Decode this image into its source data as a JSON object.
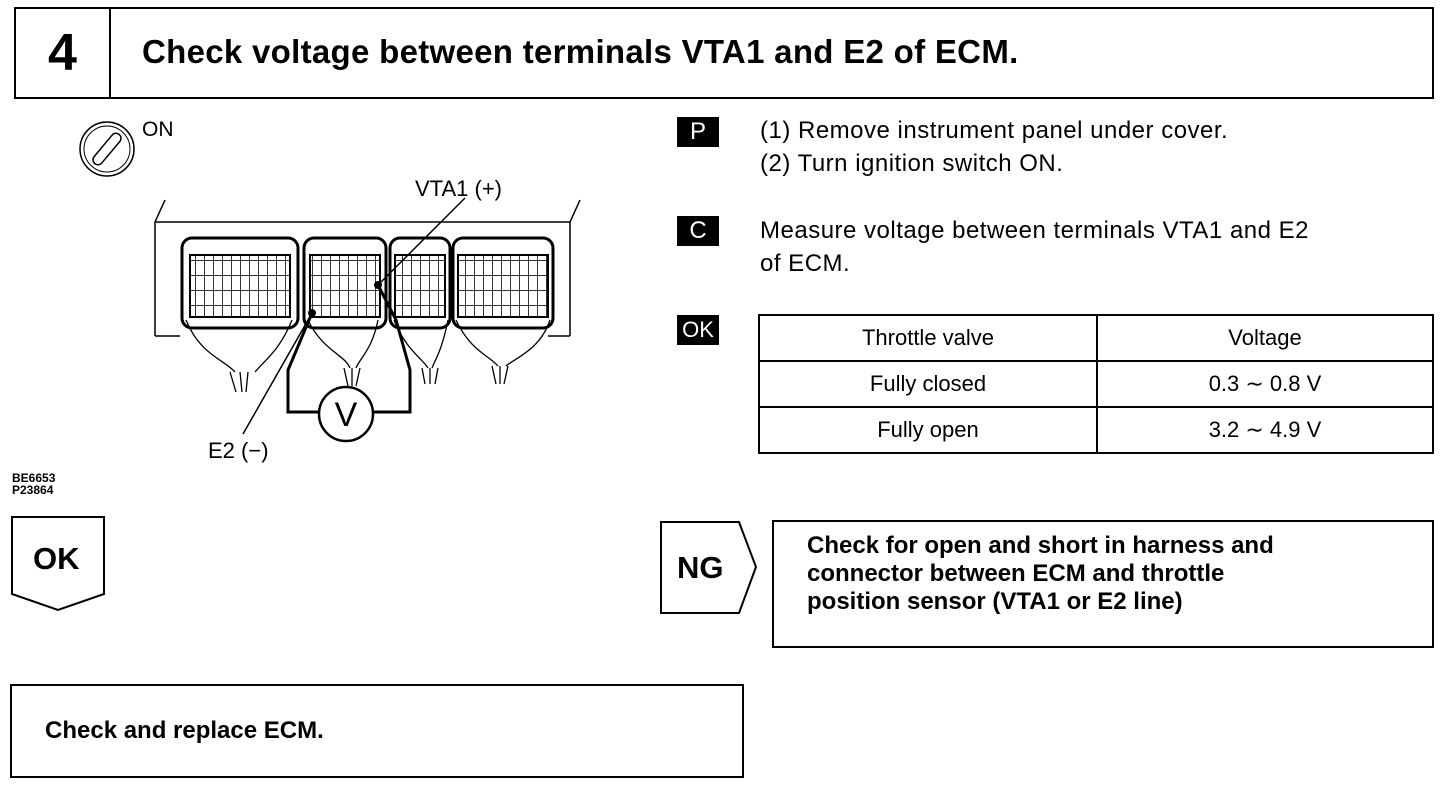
{
  "header": {
    "step_number": "4",
    "title": "Check voltage between terminals VTA1 and E2 of ECM."
  },
  "diagram": {
    "ignition_label": "ON",
    "vta1_label": "VTA1 (+)",
    "e2_label": "E2 (−)",
    "meter_label": "V",
    "figure_ids": [
      "BE6653",
      "P23864"
    ]
  },
  "procedure": {
    "prep_tag": "P",
    "prep_lines": [
      "(1) Remove instrument panel under cover.",
      "(2) Turn ignition switch ON."
    ],
    "check_tag": "C",
    "check_lines": [
      "Measure voltage between terminals VTA1 and E2",
      "of ECM."
    ],
    "ok_tag": "OK"
  },
  "spec_table": {
    "headers": [
      "Throttle valve",
      "Voltage"
    ],
    "rows": [
      [
        "Fully closed",
        "0.3 ∼ 0.8 V"
      ],
      [
        "Fully open",
        "3.2 ∼ 4.9 V"
      ]
    ]
  },
  "results": {
    "ok_label": "OK",
    "ng_label": "NG",
    "ng_action_lines": [
      "Check for open and short in harness and",
      "connector between ECM and throttle",
      "position sensor (VTA1 or E2 line)"
    ],
    "ok_action": "Check and replace ECM."
  }
}
